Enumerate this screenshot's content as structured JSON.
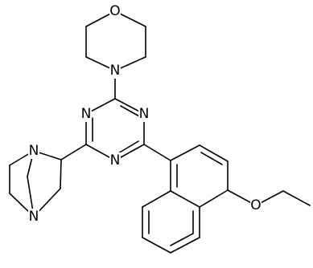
{
  "atom_labels": {
    "morpholine_oxygen": "O",
    "morpholine_nitrogen": "N",
    "triazine_n_left": "N",
    "triazine_n_right": "N",
    "triazine_n_bottom": "N",
    "bicyclic_n_top": "N",
    "bicyclic_n_bottom": "N",
    "ether_oxygen": "O"
  }
}
